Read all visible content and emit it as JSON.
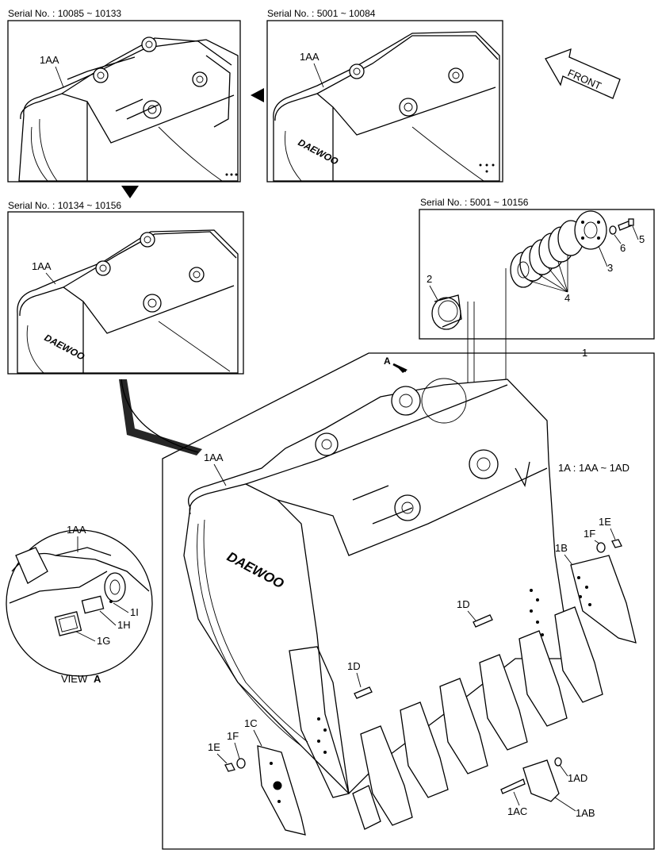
{
  "serials": {
    "s1": "Serial No. : 10085 ~ 10133",
    "s2": "Serial No. : 5001 ~ 10084",
    "s3": "Serial No. : 10134 ~ 10156",
    "s4": "Serial No. : 5001 ~ 10156"
  },
  "labels": {
    "front": "FRONT",
    "aa1": "1AA",
    "aa2": "1AA",
    "aa3": "1AA",
    "aa4": "1AA",
    "aa5": "1AA",
    "p1": "1",
    "p2": "2",
    "p3": "3",
    "p4": "4",
    "p5": "5",
    "p6": "6",
    "a_marker": "A",
    "range": "1A : 1AA ~ 1AD",
    "e_top": "1E",
    "f_top": "1F",
    "b": "1B",
    "d_mid": "1D",
    "d_low": "1D",
    "c": "1C",
    "f_bot": "1F",
    "e_bot": "1E",
    "ad": "1AD",
    "ac": "1AC",
    "ab": "1AB",
    "i": "1I",
    "h": "1H",
    "g": "1G",
    "view_word": "VIEW",
    "view_letter": "A"
  },
  "brand": "DAEWOO"
}
